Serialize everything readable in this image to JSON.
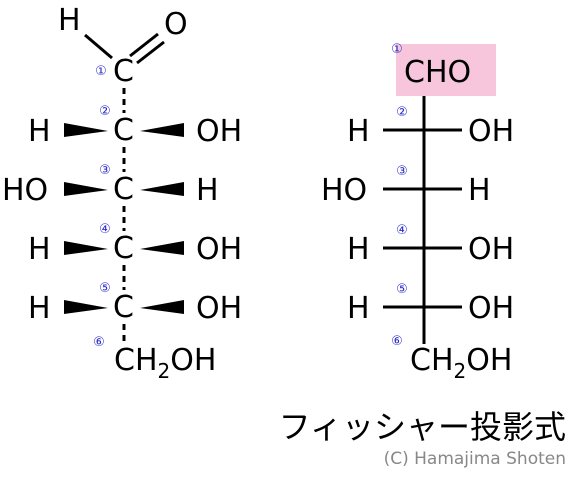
{
  "colors": {
    "number_circle": "#2a2acc",
    "cho_highlight": "#f7c6dd",
    "copyright_text": "#888888"
  },
  "structures": {
    "left": {
      "top_h": "H",
      "top_o": "O",
      "carbon": "C",
      "rows": [
        {
          "num": "①"
        },
        {
          "num": "②",
          "left": "H",
          "right": "OH"
        },
        {
          "num": "③",
          "left": "HO",
          "right": "H"
        },
        {
          "num": "④",
          "left": "H",
          "right": "OH"
        },
        {
          "num": "⑤",
          "left": "H",
          "right": "OH"
        },
        {
          "num": "⑥"
        }
      ],
      "ch2oh": {
        "pre": "CH",
        "sub": "2",
        "post": "OH"
      }
    },
    "right": {
      "cho": "CHO",
      "rows": [
        {
          "num": "①"
        },
        {
          "num": "②",
          "left": "H",
          "right": "OH"
        },
        {
          "num": "③",
          "left": "HO",
          "right": "H"
        },
        {
          "num": "④",
          "left": "H",
          "right": "OH"
        },
        {
          "num": "⑤",
          "left": "H",
          "right": "OH"
        },
        {
          "num": "⑥"
        }
      ],
      "ch2oh": {
        "pre": "CH",
        "sub": "2",
        "post": "OH"
      }
    }
  },
  "caption": "フィッシャー投影式",
  "copyright": "(C) Hamajima Shoten"
}
